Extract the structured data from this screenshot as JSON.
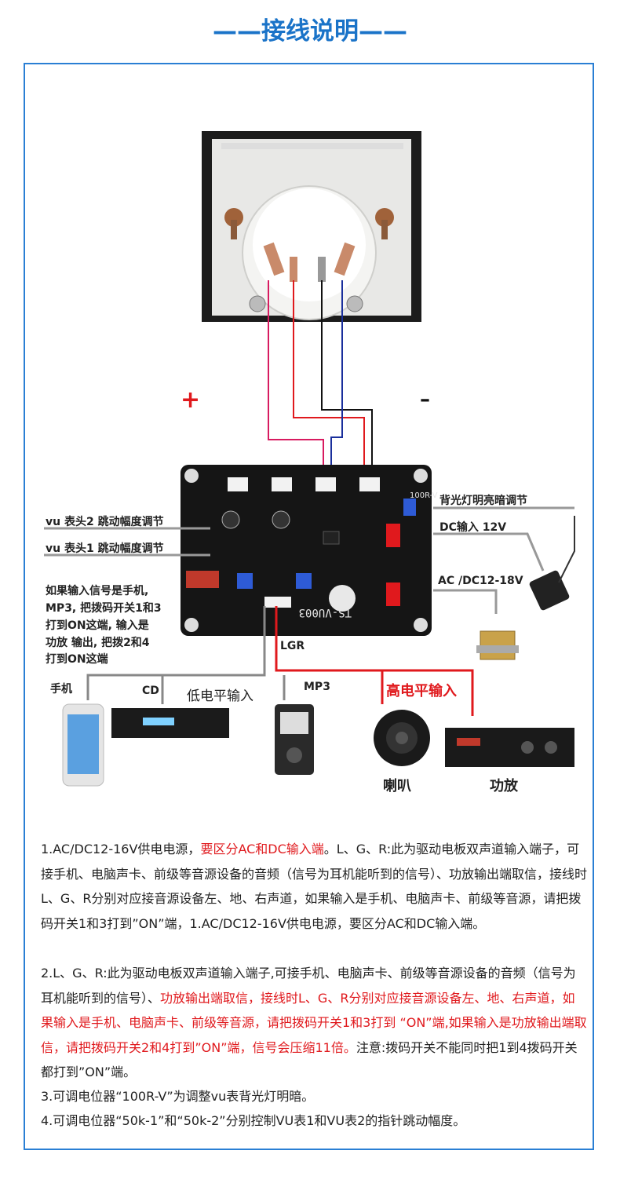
{
  "header": {
    "title": "——接线说明——"
  },
  "diagram": {
    "plus_sign": "+",
    "minus_sign": "–",
    "board_model": "TS-VU003",
    "pot_label": "100R-V",
    "labels": {
      "backlight": "背光灯明亮暗调节",
      "dc_input": "DC输入 12V",
      "ac_input": "AC /DC12-18V",
      "vu2": "vu 表头2 跳动幅度调节",
      "vu1": "vu 表头1 跳动幅度调节",
      "dip_note_1": "如果输入信号是手机,",
      "dip_note_2": "MP3, 把拨码开关1和3",
      "dip_note_3": "打到ON这端, 输入是",
      "dip_note_4": "功放 输出, 把拨2和4",
      "dip_note_5": "打到ON这端",
      "lgr": "LGR",
      "phone": "手机",
      "cd": "CD",
      "low_level": "低电平输入",
      "mp3": "MP3",
      "high_level": "高电平输入",
      "speaker": "喇叭",
      "amplifier": "功放"
    }
  },
  "notes": {
    "p1_a": "1.AC/DC12-16V供电电源，",
    "p1_red": "要区分AC和DC输入端",
    "p1_b": "。L、G、R:此为驱动电板双声道输入端子，可接手机、电脑声卡、前级等音源设备的音频（信号为耳机能听到的信号）、功放输出端取信，接线时L、G、R分别对应接音源设备左、地、右声道，如果输入是手机、电脑声卡、前级等音源，请把拨码开关1和3打到”ON”端，1.AC/DC12-16V供电电源，要区分AC和DC输入端。",
    "p2_a": "2.L、G、R:此为驱动电板双声道输入端子,可接手机、电脑声卡、前级等音源设备的音频（信号为耳机能听到的信号）、",
    "p2_red": "功放输出端取信，接线时L、G、R分别对应接音源设备左、地、右声道，如果输入是手机、电脑声卡、前级等音源，请把拨码开关1和3打到 “ON”端,如果输入是功放输出端取信，请把拨码开关2和4打到”ON”端，信号会压缩11倍。",
    "p2_b": "注意:拨码开关不能同时把1到4拨码开关都打到”ON”端。",
    "p3": "3.可调电位器“100R-V”为调整vu表背光灯明暗。",
    "p4": "4.可调电位器“50k-1”和“50k-2”分别控制VU表1和VU表2的指针跳动幅度。"
  }
}
